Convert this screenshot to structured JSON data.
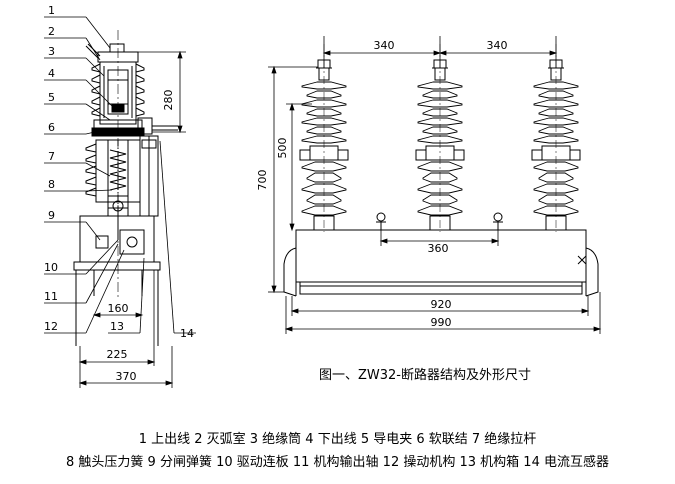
{
  "part_numbers": [
    "1",
    "2",
    "3",
    "4",
    "5",
    "6",
    "7",
    "8",
    "9",
    "10",
    "11",
    "12",
    "13",
    "14"
  ],
  "side_dims": {
    "d280": "280",
    "d160": "160",
    "d225": "225",
    "d370": "370"
  },
  "front_dims": {
    "d340a": "340",
    "d340b": "340",
    "d500": "500",
    "d700": "700",
    "d360": "360",
    "d920": "920",
    "d990": "990"
  },
  "caption": "图一、ZW32-断路器结构及外形尺寸",
  "legend": {
    "row1": "1 上出线  2 灭弧室  3 绝缘筒  4 下出线  5 导电夹  6 软联结  7 绝缘拉杆",
    "row2": "8 触头压力簧  9 分闸弹簧  10 驱动连板  11 机构输出轴  12 操动机构  13 机构箱  14 电流互感器"
  }
}
